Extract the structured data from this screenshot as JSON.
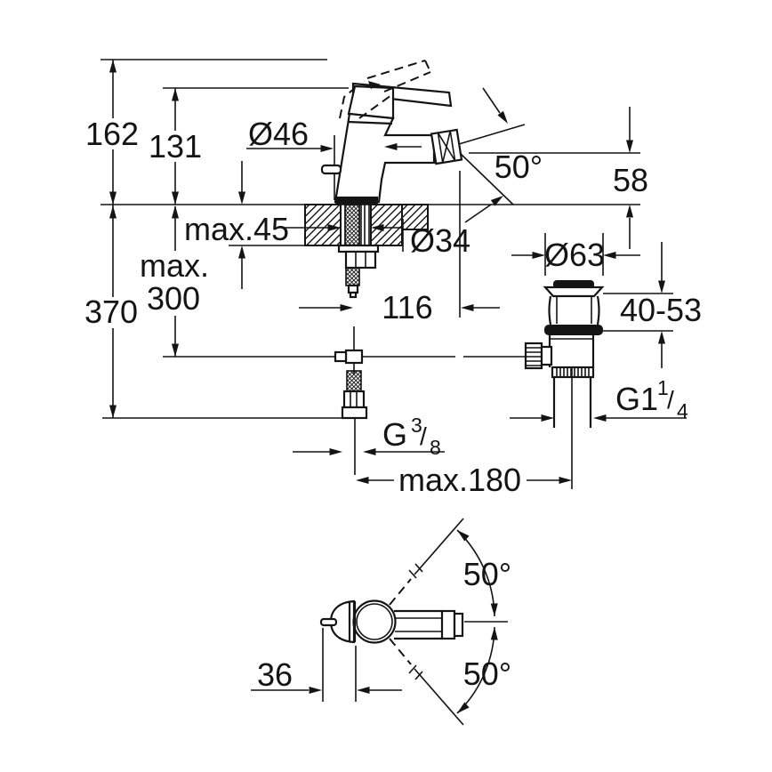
{
  "drawing": {
    "type": "technical-dimension-drawing",
    "subject": "single-lever bidet mixer with pop-up waste, installation dimensions",
    "units": "mm",
    "colors": {
      "line": "#141414",
      "background": "#ffffff"
    },
    "side_view": {
      "overall_height": "162",
      "body_height": "131",
      "body_diameter": "Ø46",
      "spray_angle": "50°",
      "spout_outlet_height": "58",
      "max_deck_thickness": "max.45",
      "hole_diameter": "Ø34",
      "hose_depth_line1": "max.",
      "hose_depth_line2": "300",
      "overall_depth": "370",
      "spout_projection": "116",
      "waste_cap_diameter": "Ø63",
      "waste_flange_range": "40-53",
      "waste_thread_base": "G1",
      "waste_thread_num": "1",
      "waste_thread_slash": "/",
      "waste_thread_den": "4",
      "supply_thread_base": "G",
      "supply_thread_num": "3",
      "supply_thread_slash": "/",
      "supply_thread_den": "8",
      "max_rod_reach": "max.180"
    },
    "top_view": {
      "tab_offset": "36",
      "handle_swivel_up": "50°",
      "handle_swivel_down": "50°"
    }
  }
}
